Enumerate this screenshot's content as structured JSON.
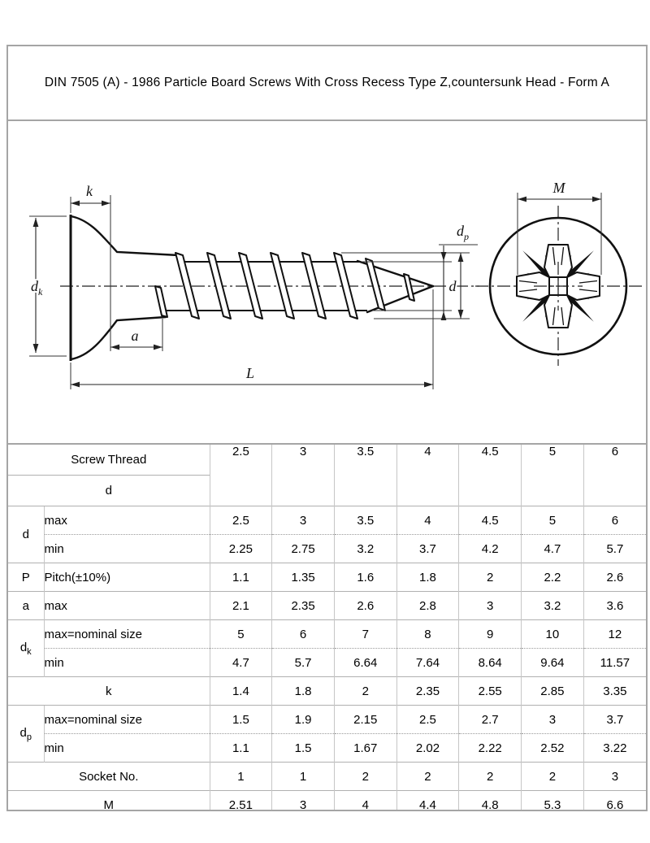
{
  "page": {
    "title": "DIN 7505 (A) - 1986 Particle Board Screws With Cross Recess Type Z,countersunk Head - Form A"
  },
  "drawing": {
    "labels": {
      "k": "k",
      "dk_base": "d",
      "dk_sub": "k",
      "a": "a",
      "L": "L",
      "dp_base": "d",
      "dp_sub": "p",
      "d": "d",
      "M": "M"
    }
  },
  "table": {
    "header": {
      "row1_label": "Screw Thread",
      "row2_label": "d",
      "sizes": [
        "2.5",
        "3",
        "3.5",
        "4",
        "4.5",
        "5",
        "6"
      ]
    },
    "groups": [
      {
        "type": "pair",
        "label": "d",
        "rows": [
          {
            "name": "max",
            "values": [
              "2.5",
              "3",
              "3.5",
              "4",
              "4.5",
              "5",
              "6"
            ]
          },
          {
            "name": "min",
            "values": [
              "2.25",
              "2.75",
              "3.2",
              "3.7",
              "4.2",
              "4.7",
              "5.7"
            ]
          }
        ]
      },
      {
        "type": "single",
        "label": "P",
        "row": {
          "name": "Pitch(±10%)",
          "values": [
            "1.1",
            "1.35",
            "1.6",
            "1.8",
            "2",
            "2.2",
            "2.6"
          ]
        }
      },
      {
        "type": "single",
        "label": "a",
        "row": {
          "name": "max",
          "values": [
            "2.1",
            "2.35",
            "2.6",
            "2.8",
            "3",
            "3.2",
            "3.6"
          ]
        }
      },
      {
        "type": "pair",
        "label": "d_k",
        "rows": [
          {
            "name": "max=nominal size",
            "values": [
              "5",
              "6",
              "7",
              "8",
              "9",
              "10",
              "12"
            ]
          },
          {
            "name": "min",
            "values": [
              "4.7",
              "5.7",
              "6.64",
              "7.64",
              "8.64",
              "9.64",
              "11.57"
            ]
          }
        ]
      },
      {
        "type": "full",
        "label": "k",
        "values": [
          "1.4",
          "1.8",
          "2",
          "2.35",
          "2.55",
          "2.85",
          "3.35"
        ]
      },
      {
        "type": "pair",
        "label": "d_p",
        "rows": [
          {
            "name": "max=nominal size",
            "values": [
              "1.5",
              "1.9",
              "2.15",
              "2.5",
              "2.7",
              "3",
              "3.7"
            ]
          },
          {
            "name": "min",
            "values": [
              "1.1",
              "1.5",
              "1.67",
              "2.02",
              "2.22",
              "2.52",
              "3.22"
            ]
          }
        ]
      },
      {
        "type": "full",
        "label": "Socket No.",
        "values": [
          "1",
          "1",
          "2",
          "2",
          "2",
          "2",
          "3"
        ]
      },
      {
        "type": "full",
        "label": "M",
        "values": [
          "2.51",
          "3",
          "4",
          "4.4",
          "4.8",
          "5.3",
          "6.6"
        ]
      }
    ]
  }
}
